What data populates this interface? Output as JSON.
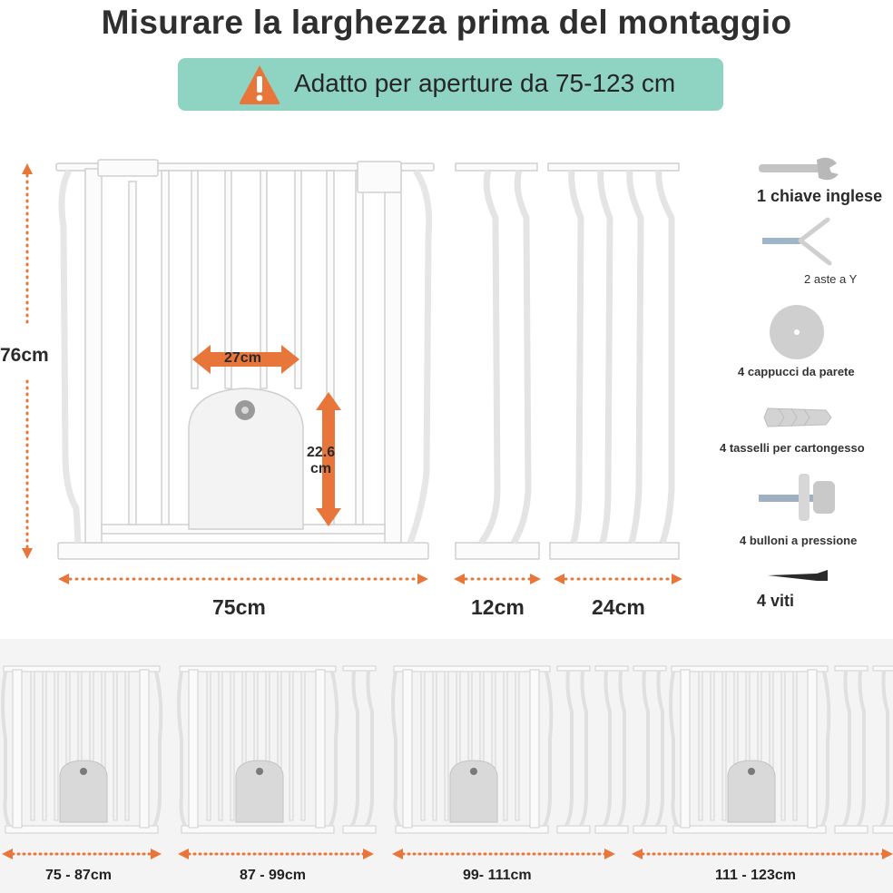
{
  "header": {
    "title": "Misurare la larghezza prima del montaggio",
    "banner_text": "Adatto per aperture da 75-123 cm"
  },
  "colors": {
    "accent_orange": "#e8763a",
    "banner_teal": "#8fd3c3",
    "title_text": "#2f2f2f"
  },
  "dimensions": {
    "height": "76cm",
    "door_width": "27cm",
    "door_height": "22.6\ncm",
    "gate_width": "75cm",
    "extension_small": "12cm",
    "extension_large": "24cm"
  },
  "accessories": [
    {
      "label": "1 chiave inglese",
      "icon": "wrench-icon"
    },
    {
      "label": "2 aste a Y",
      "icon": "y-rod-icon"
    },
    {
      "label": "4 cappucci da parete",
      "icon": "wall-cup-icon"
    },
    {
      "label": "4 tasselli per cartongesso",
      "icon": "drywall-anchor-icon"
    },
    {
      "label": "4 bulloni a pressione",
      "icon": "pressure-bolt-icon"
    },
    {
      "label": "4 viti",
      "icon": "screw-icon"
    }
  ],
  "configurations": [
    {
      "range": "75 - 87cm",
      "extensions": 0
    },
    {
      "range": "87 - 99cm",
      "extensions": 1
    },
    {
      "range": "99- 111cm",
      "extensions": 2
    },
    {
      "range": "111 - 123cm",
      "extensions": 3
    }
  ]
}
